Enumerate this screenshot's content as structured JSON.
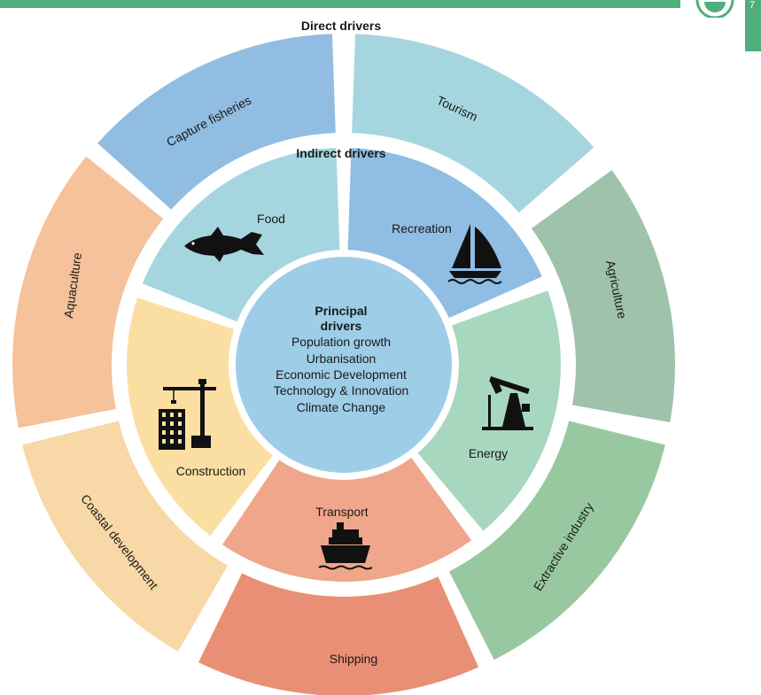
{
  "page": {
    "number": "7",
    "accent_color": "#4fae7b"
  },
  "headings": {
    "direct": "Direct drivers",
    "indirect": "Indirect drivers"
  },
  "direct_drivers": [
    {
      "label": "Tourism",
      "color": "#a5d6e0"
    },
    {
      "label": "Agriculture",
      "color": "#9fc2ab"
    },
    {
      "label": "Extractive industry",
      "color": "#98c8a0"
    },
    {
      "label": "Shipping",
      "color": "#e98f75"
    },
    {
      "label": "Coastal development",
      "color": "#f8d8a6"
    },
    {
      "label": "Aquaculture",
      "color": "#f5c29b"
    },
    {
      "label": "Capture fisheries",
      "color": "#92bde2"
    }
  ],
  "indirect_drivers": [
    {
      "label": "Recreation",
      "color": "#8fbde3",
      "icon": "sailboat-icon"
    },
    {
      "label": "Energy",
      "color": "#a8d7bf",
      "icon": "oil-pump-icon"
    },
    {
      "label": "Transport",
      "color": "#f0a68a",
      "icon": "ship-icon"
    },
    {
      "label": "Construction",
      "color": "#fbdfa2",
      "icon": "crane-icon"
    },
    {
      "label": "Food",
      "color": "#a5d6e0",
      "icon": "fish-icon"
    }
  ],
  "principal": {
    "title_line1": "Principal",
    "title_line2": "drivers",
    "items": [
      "Population growth",
      "Urbanisation",
      "Economic Development",
      "Technology & Innovation",
      "Climate Change"
    ],
    "color": "#9ecde8"
  }
}
